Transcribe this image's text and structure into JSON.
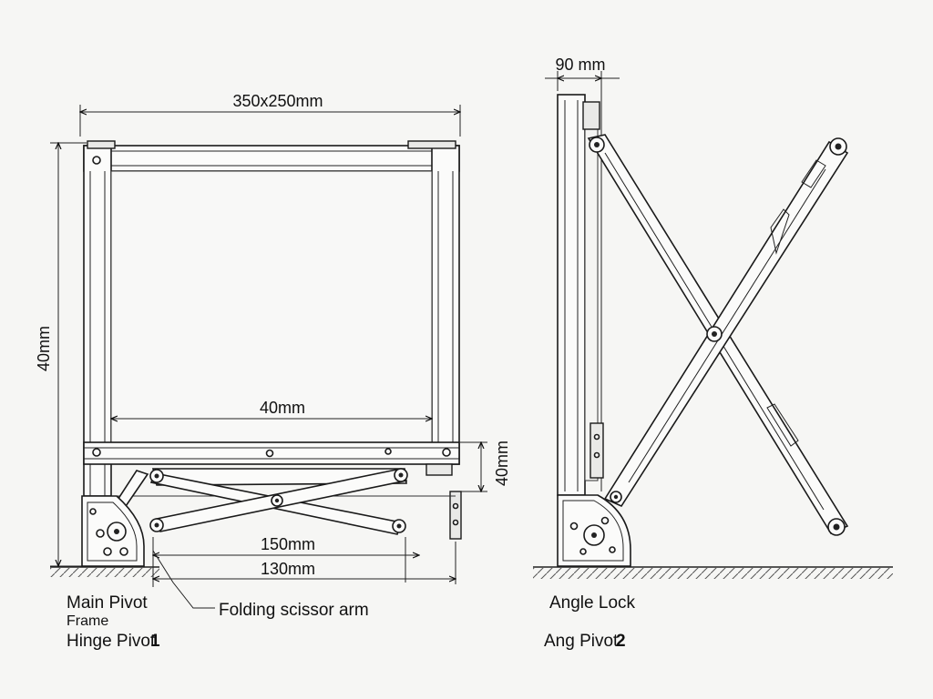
{
  "front_view": {
    "dim_top": "350x250mm",
    "dim_left": "40mm",
    "dim_inner": "40mm",
    "dim_right": "40mm",
    "dim_bottom_1": "150mm",
    "dim_bottom_2": "130mm",
    "label_main_pivot": "Main Pivot",
    "label_main_pivot_sub": "Frame",
    "label_scissor": "Folding scissor arm",
    "label_hinge_pivot": "Hinge Pivot",
    "label_hinge_pivot_num": "1"
  },
  "side_view": {
    "dim_top": "90 mm",
    "label_angle_lock": "Angle Lock",
    "label_angle_pivot": "Ang Pivot",
    "label_angle_pivot_num": "2"
  }
}
